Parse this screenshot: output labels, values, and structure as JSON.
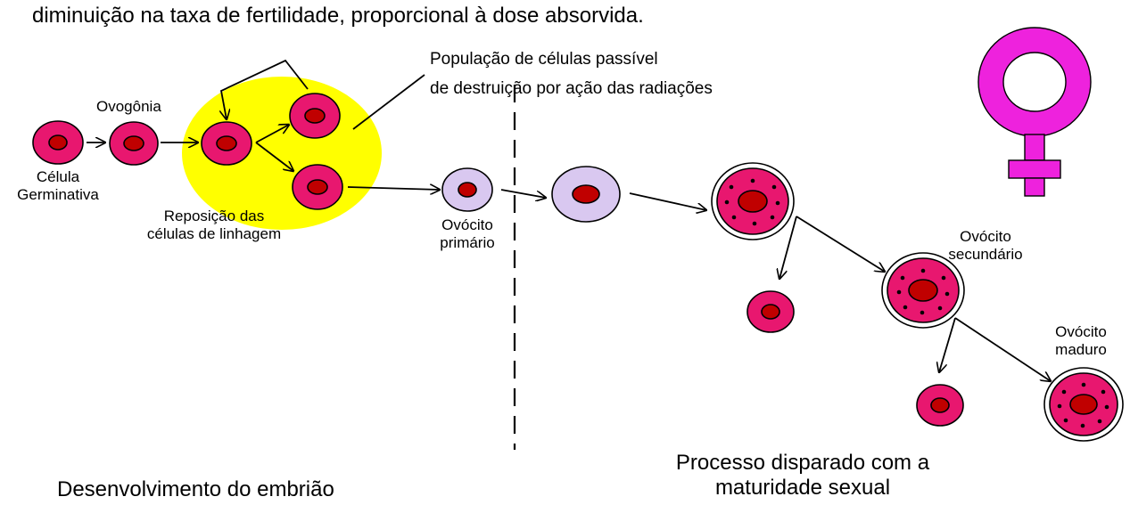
{
  "header": {
    "text": "diminuição na taxa de fertilidade, proporcional à dose absorvida."
  },
  "labels": {
    "radiation_population": [
      "População de células passível",
      "de destruição por ação das radiações"
    ],
    "celula_germinativa": [
      "Célula",
      "Germinativa"
    ],
    "ovogonia": "Ovogônia",
    "reposicao": [
      "Reposição das",
      "células de linhagem"
    ],
    "ovocito_primario": [
      "Ovócito",
      "primário"
    ],
    "ovocito_secundario": [
      "Ovócito",
      "secundário"
    ],
    "ovocito_maduro": [
      "Ovócito",
      "maduro"
    ]
  },
  "footer": {
    "embryo": "Desenvolvimento do embrião",
    "maturity": [
      "Processo disparado com a",
      "maturidade sexual"
    ]
  },
  "colors": {
    "cell_fill": "#e8176f",
    "nucleus_fill": "#c00000",
    "primary_fill": "#d9c8f0",
    "highlight": "#ffff00",
    "female_symbol": "#ee22dd"
  },
  "icons": {
    "female_symbol": "female-symbol-icon"
  }
}
